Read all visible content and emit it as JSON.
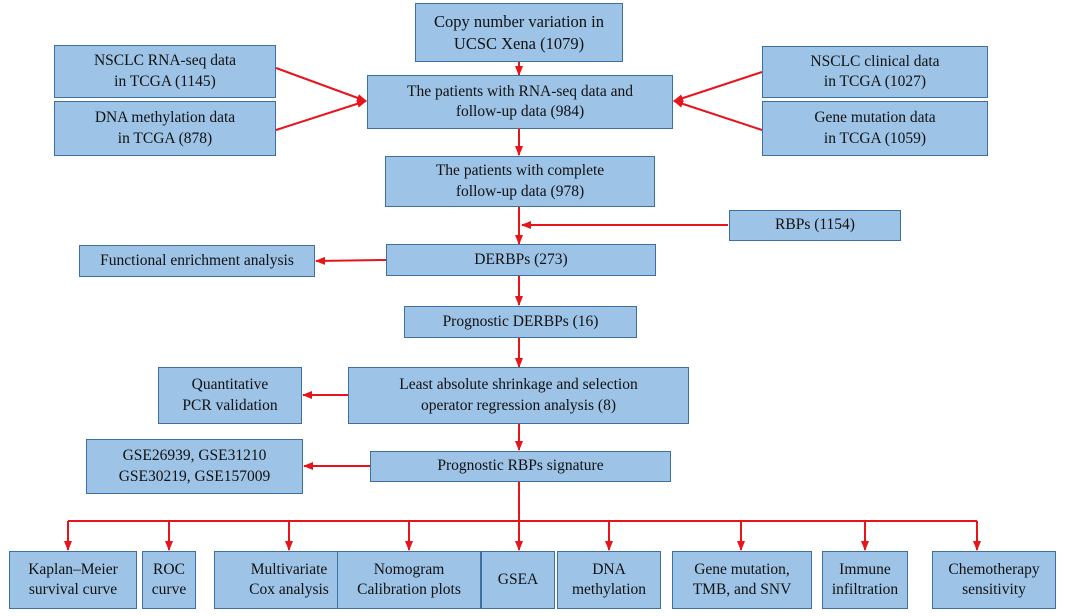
{
  "colors": {
    "box_fill": "#9dc3e6",
    "box_border": "#3d6fa0",
    "arrow": "#e8141b"
  },
  "nodes": {
    "cnv": "Copy number variation in\nUCSC Xena (1079)",
    "rnaseq": "NSCLC RNA-seq data\nin TCGA (1145)",
    "methyl": "DNA methylation  data\n    in TCGA (878)",
    "clinical": "NSCLC clinical data\nin TCGA (1027)",
    "mutation": "Gene mutation data\nin TCGA (1059)",
    "patients_rna": "The patients with RNA-seq data and\nfollow-up data (984)",
    "patients_complete": "The patients with complete\nfollow-up data (978)",
    "rbps": "RBPs (1154)",
    "derbps": "DERBPs (273)",
    "functional": "Functional enrichment analysis",
    "prognostic": "Prognostic DERBPs (16)",
    "lasso": "Least absolute shrinkage and selection\noperator  regression analysis (8)",
    "qpcr": "Quantitative\nPCR validation",
    "signature": "Prognostic RBPs signature",
    "gse": "GSE26939, GSE31210\nGSE30219, GSE157009"
  },
  "outcomes": [
    "Kaplan–Meier\nsurvival curve",
    "ROC\ncurve",
    "Multivariate\nCox analysis",
    "Nomogram\nCalibration plots",
    "GSEA",
    "DNA\nmethylation",
    "Gene mutation,\nTMB, and SNV",
    "Immune\ninfiltration",
    "Chemotherapy\nsensitivity"
  ]
}
